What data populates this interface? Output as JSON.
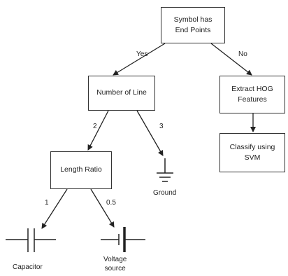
{
  "nodes": {
    "root": "Symbol has\nEnd Points",
    "lines": "Number of Line",
    "hog": "Extract HOG\nFeatures",
    "svm": "Classify using\nSVM",
    "length": "Length Ratio"
  },
  "edges": {
    "yes": "Yes",
    "no": "No",
    "two": "2",
    "three": "3",
    "one": "1",
    "half": "0.5"
  },
  "leaves": {
    "ground": "Ground",
    "capacitor": "Capacitor",
    "voltage": "Voltage\nsource"
  }
}
